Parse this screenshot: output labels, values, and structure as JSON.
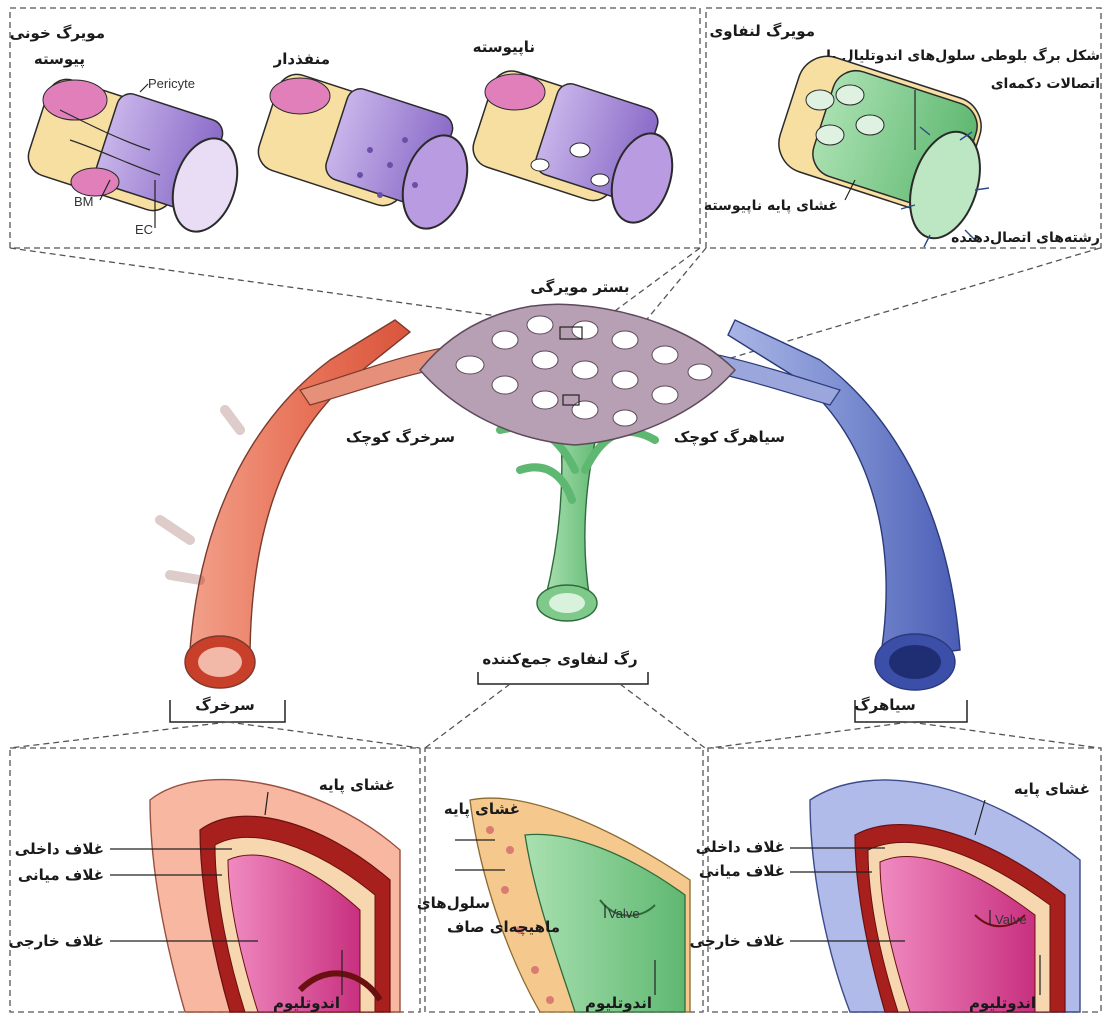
{
  "colors": {
    "artery": "#e8745a",
    "artery_dark": "#c8402a",
    "vein": "#7d8fd1",
    "vein_dark": "#3b4fa8",
    "lymph": "#7fc98a",
    "lymph_dark": "#3f9a55",
    "capillary_bed": "#a58aa0",
    "pericyte": "#e07fb9",
    "endothelium": "#a98ad6",
    "membrane": "#f5dc9a"
  },
  "panels": {
    "blood_capillary": {
      "title": "مویرگ خونی",
      "types": {
        "continuous": "پیوسته",
        "fenestrated": "منفذدار",
        "discontinuous": "ناپیوسته"
      },
      "labels": {
        "pericyte": "Pericyte",
        "bm": "BM",
        "ec": "EC"
      }
    },
    "lymph_capillary": {
      "title": "مویرگ لنفاوی",
      "line1": "شکل برگ بلوطی سلول‌های اندوتلیال با",
      "line2": "اتصالات دکمه‌ای",
      "basement": "غشای پایه ناپیوسته",
      "anchoring": "رشته‌های اتصال‌دهنده"
    }
  },
  "center": {
    "capillary_bed": "بستر مویرگی",
    "arteriole": "سرخرگ کوچک",
    "venule": "سیاهرگ کوچک",
    "collecting_lymph": "رگ لنفاوی جمع‌کننده",
    "artery": "سرخرگ",
    "vein": "سیاهرگ"
  },
  "bottom": {
    "artery": {
      "basement": "غشای پایه",
      "intima": "غلاف داخلی",
      "media": "غلاف میانی",
      "adventitia": "غلاف خارجی",
      "endothelium": "اندوتلیوم"
    },
    "lymph": {
      "basement": "غشای پایه",
      "smooth_muscle_1": "سلول‌های",
      "smooth_muscle_2": "ماهیچه‌ای صاف",
      "valve": "Valve",
      "endothelium": "اندوتلیوم"
    },
    "vein": {
      "basement": "غشای پایه",
      "intima": "غلاف داخلی",
      "media": "غلاف میانی",
      "valve": "Valve",
      "adventitia": "غلاف خارجی",
      "endothelium": "اندوتلیوم"
    }
  }
}
